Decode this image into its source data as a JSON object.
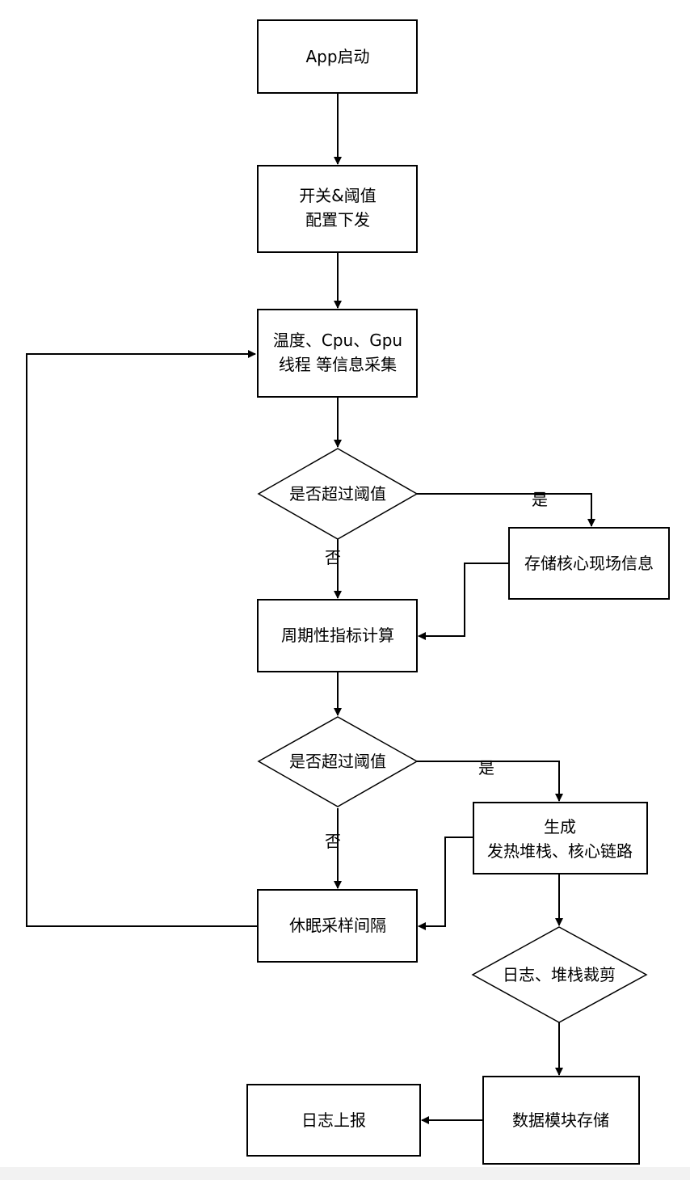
{
  "nodes": {
    "app_start": "App启动",
    "config_line1": "开关&阈值",
    "config_line2": "配置下发",
    "collect_line1": "温度、Cpu、Gpu",
    "collect_line2": "线程 等信息采集",
    "decision1": "是否超过阈值",
    "store_scene": "存储核心现场信息",
    "periodic_calc": "周期性指标计算",
    "decision2": "是否超过阈值",
    "generate_line1": "生成",
    "generate_line2": "发热堆栈、核心链路",
    "sleep_interval": "休眠采样间隔",
    "trim": "日志、堆栈裁剪",
    "module_store": "数据模块存储",
    "log_report": "日志上报"
  },
  "edges": {
    "yes1": "是",
    "no1": "否",
    "yes2": "是",
    "no2": "否"
  }
}
